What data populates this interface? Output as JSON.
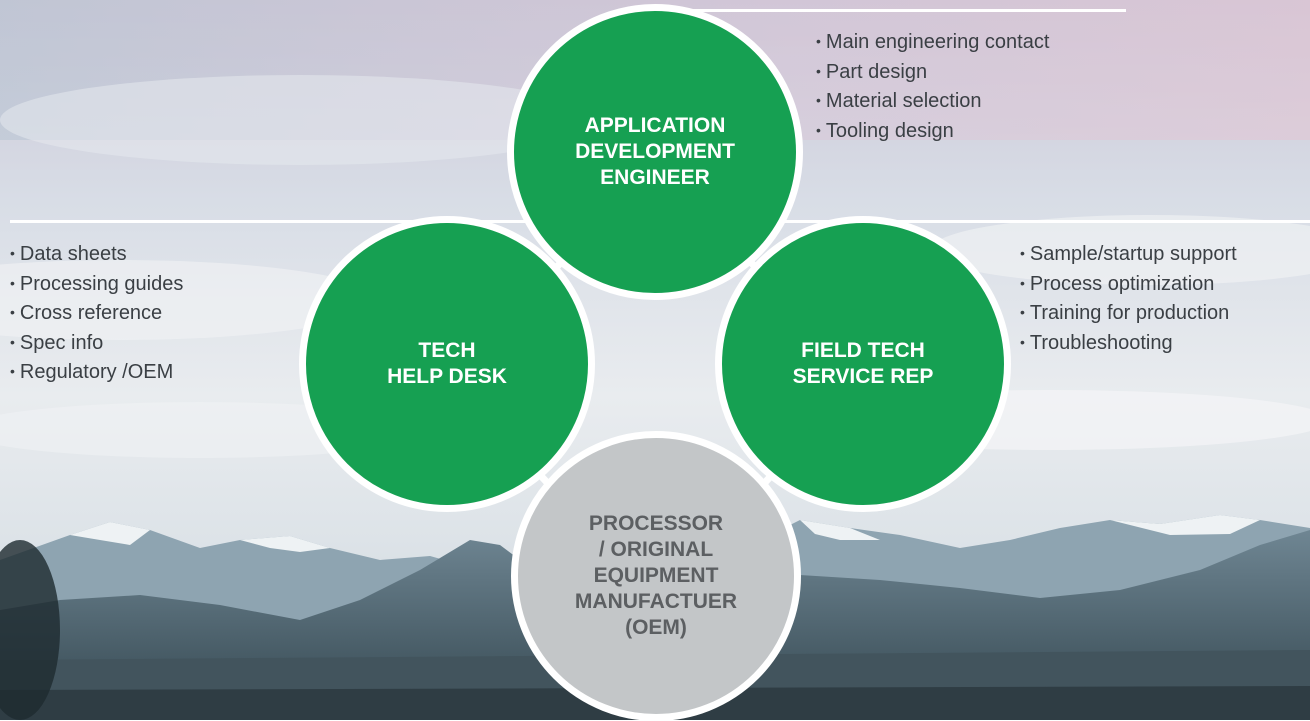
{
  "colors": {
    "circle_green": "#16a052",
    "circle_gray": "#c3c6c8",
    "ring": "#ffffff",
    "bullet_text": "#3a3f44"
  },
  "circles": {
    "top": "APPLICATION\nDEVELOPMENT\nENGINEER",
    "left": "TECH\nHELP DESK",
    "right": "FIELD TECH\nSERVICE REP",
    "bottom": "PROCESSOR\n/ ORIGINAL\nEQUIPMENT\nMANUFACTUER\n(OEM)"
  },
  "lists": {
    "top_right": [
      "Main engineering contact",
      "Part design",
      "Material selection",
      "Tooling design"
    ],
    "left": [
      "Data sheets",
      "Processing guides",
      "Cross reference",
      "Spec info",
      "Regulatory /OEM"
    ],
    "right": [
      "Sample/startup support",
      "Process optimization",
      "Training for production",
      "Troubleshooting"
    ]
  },
  "bullet_glyph": "•"
}
